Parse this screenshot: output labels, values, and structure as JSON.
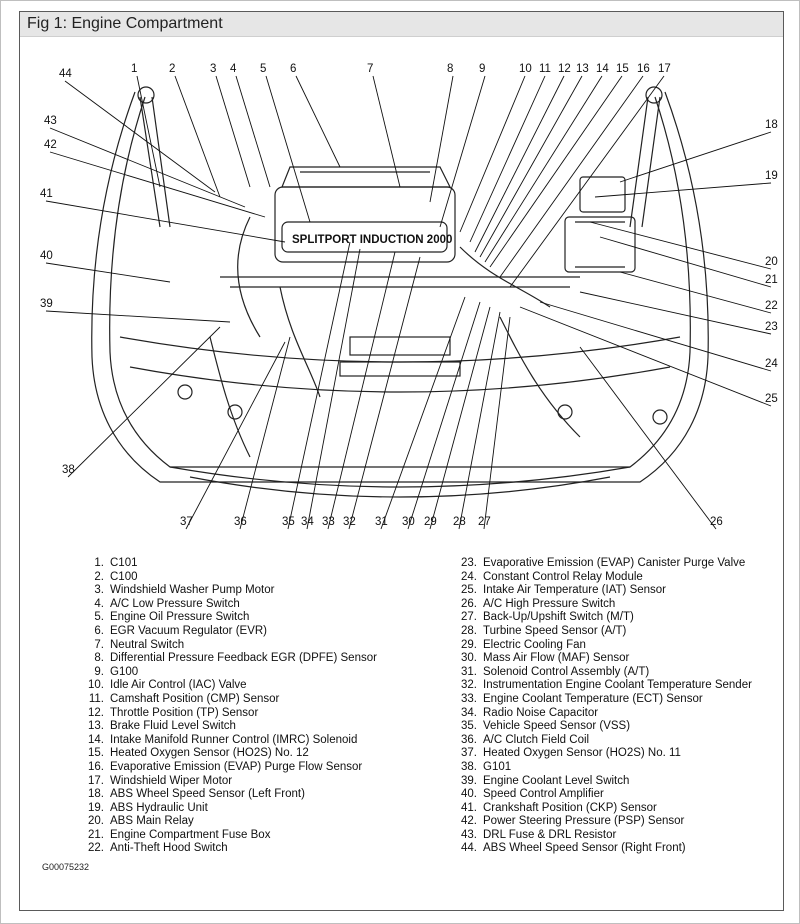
{
  "title": "Fig 1: Engine Compartment",
  "figure_id": "G00075232",
  "callouts": [
    "1",
    "2",
    "3",
    "4",
    "5",
    "6",
    "7",
    "8",
    "9",
    "10",
    "11",
    "12",
    "13",
    "14",
    "15",
    "16",
    "17",
    "18",
    "19",
    "20",
    "21",
    "22",
    "23",
    "24",
    "25",
    "26",
    "27",
    "28",
    "29",
    "30",
    "31",
    "32",
    "33",
    "34",
    "35",
    "36",
    "37",
    "38",
    "39",
    "40",
    "41",
    "42",
    "43",
    "44"
  ],
  "engine_lettering": "SPLITPORT INDUCTION 2000",
  "legend": [
    {
      "num": "1.",
      "text": "C101"
    },
    {
      "num": "2.",
      "text": "C100"
    },
    {
      "num": "3.",
      "text": "Windshield Washer Pump Motor"
    },
    {
      "num": "4.",
      "text": "A/C Low Pressure Switch"
    },
    {
      "num": "5.",
      "text": "Engine Oil Pressure Switch"
    },
    {
      "num": "6.",
      "text": "EGR Vacuum Regulator (EVR)"
    },
    {
      "num": "7.",
      "text": "Neutral Switch"
    },
    {
      "num": "8.",
      "text": "Differential Pressure Feedback EGR (DPFE) Sensor"
    },
    {
      "num": "9.",
      "text": "G100"
    },
    {
      "num": "10.",
      "text": "Idle Air Control (IAC) Valve"
    },
    {
      "num": "11.",
      "text": "Camshaft Position (CMP) Sensor"
    },
    {
      "num": "12.",
      "text": "Throttle Position (TP) Sensor"
    },
    {
      "num": "13.",
      "text": "Brake Fluid Level Switch"
    },
    {
      "num": "14.",
      "text": "Intake Manifold Runner Control (IMRC) Solenoid"
    },
    {
      "num": "15.",
      "text": "Heated Oxygen Sensor (HO2S) No. 12"
    },
    {
      "num": "16.",
      "text": "Evaporative Emission (EVAP) Purge Flow Sensor"
    },
    {
      "num": "17.",
      "text": "Windshield Wiper Motor"
    },
    {
      "num": "18.",
      "text": "ABS Wheel Speed Sensor (Left Front)"
    },
    {
      "num": "19.",
      "text": "ABS Hydraulic Unit"
    },
    {
      "num": "20.",
      "text": "ABS Main Relay"
    },
    {
      "num": "21.",
      "text": "Engine Compartment Fuse Box"
    },
    {
      "num": "22.",
      "text": "Anti-Theft Hood Switch"
    },
    {
      "num": "23.",
      "text": "Evaporative Emission (EVAP) Canister Purge Valve"
    },
    {
      "num": "24.",
      "text": "Constant Control Relay Module"
    },
    {
      "num": "25.",
      "text": "Intake Air Temperature (IAT) Sensor"
    },
    {
      "num": "26.",
      "text": "A/C  High Pressure Switch"
    },
    {
      "num": "27.",
      "text": "Back-Up/Upshift Switch (M/T)"
    },
    {
      "num": "28.",
      "text": "Turbine Speed Sensor (A/T)"
    },
    {
      "num": "29.",
      "text": "Electric Cooling Fan"
    },
    {
      "num": "30.",
      "text": "Mass Air Flow (MAF) Sensor"
    },
    {
      "num": "31.",
      "text": "Solenoid Control Assembly (A/T)"
    },
    {
      "num": "32.",
      "text": "Instrumentation Engine Coolant Temperature Sender"
    },
    {
      "num": "33.",
      "text": "Engine Coolant Temperature (ECT) Sensor"
    },
    {
      "num": "34.",
      "text": "Radio Noise Capacitor"
    },
    {
      "num": "35.",
      "text": "Vehicle Speed Sensor (VSS)"
    },
    {
      "num": "36.",
      "text": "A/C Clutch Field Coil"
    },
    {
      "num": "37.",
      "text": "Heated Oxygen Sensor (HO2S) No. 11"
    },
    {
      "num": "38.",
      "text": "G101"
    },
    {
      "num": "39.",
      "text": "Engine Coolant Level Switch"
    },
    {
      "num": "40.",
      "text": "Speed Control Amplifier"
    },
    {
      "num": "41.",
      "text": "Crankshaft Position (CKP) Sensor"
    },
    {
      "num": "42.",
      "text": "Power Steering Pressure (PSP) Sensor"
    },
    {
      "num": "43.",
      "text": "DRL Fuse & DRL Resistor"
    },
    {
      "num": "44.",
      "text": "ABS Wheel Speed Sensor (Right Front)"
    }
  ]
}
